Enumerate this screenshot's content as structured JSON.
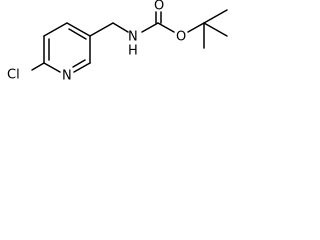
{
  "structure": {
    "atoms": {
      "cl": "Cl",
      "n_ring": "N",
      "n_amine": "N",
      "h_amine": "H",
      "o_ester": "O",
      "o_carbonyl": "O"
    },
    "colors": {
      "bond": "#000000",
      "label": "#000000",
      "background": "#ffffff"
    }
  }
}
